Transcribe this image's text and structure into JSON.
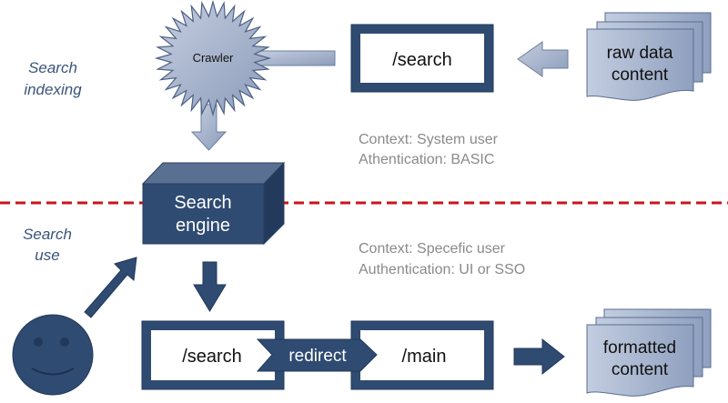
{
  "sections": {
    "indexing": [
      "Search",
      "indexing"
    ],
    "use": [
      "Search",
      "use"
    ]
  },
  "nodes": {
    "crawler": "Crawler",
    "search_top": "/search",
    "raw_data": [
      "raw data",
      "content"
    ],
    "search_engine": [
      "Search",
      "engine"
    ],
    "search_bottom": "/search",
    "redirect": "redirect",
    "main": "/main",
    "formatted": [
      "formatted",
      "content"
    ]
  },
  "context": {
    "system": [
      "Context:  System user",
      "Athentication:  BASIC"
    ],
    "specific": [
      "Context:  Specefic user",
      "Authentication:  UI or SSO"
    ]
  },
  "icons": {
    "crawler": "starburst-icon",
    "user": "smiley-face-icon",
    "documents": "document-stack-icon"
  },
  "colors": {
    "dark_blue": "#2f4b72",
    "light_blue": "#a3b1c9",
    "divider": "#c8141e",
    "context_gray": "#8a8a8a",
    "section_label": "#3a5479"
  }
}
